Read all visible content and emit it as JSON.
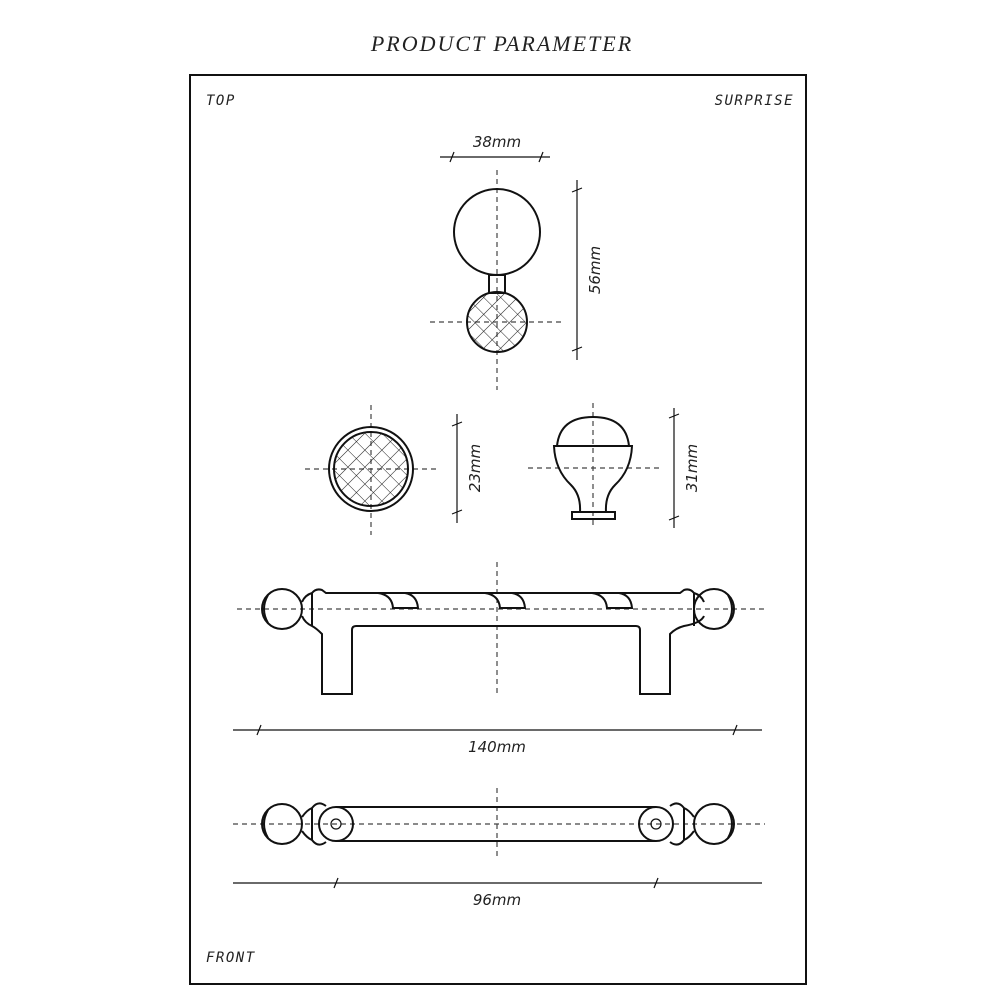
{
  "title": "PRODUCT PARAMETER",
  "labels": {
    "top": "TOP",
    "brand": "SURPRISE",
    "front": "FRONT"
  },
  "dimensions": {
    "knob_width": "38mm",
    "knob_length": "56mm",
    "knob_diameter": "23mm",
    "knob_height": "31mm",
    "handle_length": "140mm",
    "hole_spacing": "96mm"
  }
}
